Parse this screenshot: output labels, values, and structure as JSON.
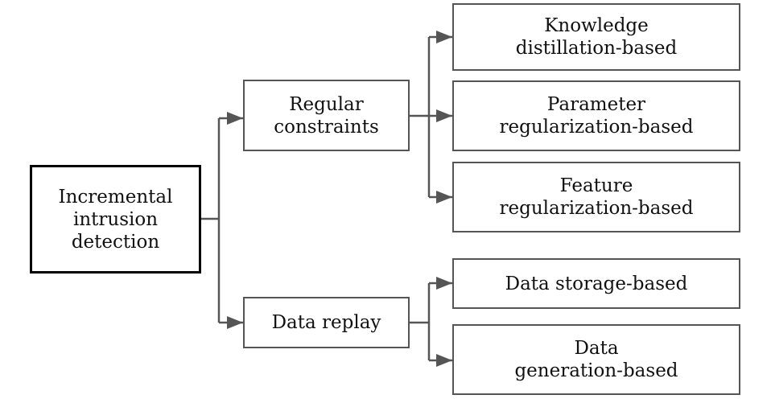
{
  "diagram": {
    "root": {
      "lines": [
        "Incremental",
        "intrusion",
        "detection"
      ]
    },
    "regular": {
      "lines": [
        "Regular",
        "constraints"
      ]
    },
    "replay": {
      "lines": [
        "Data replay"
      ]
    },
    "knowledge": {
      "lines": [
        "Knowledge",
        "distillation-based"
      ]
    },
    "parameter": {
      "lines": [
        "Parameter",
        "regularization-based"
      ]
    },
    "feature": {
      "lines": [
        "Feature",
        "regularization-based"
      ]
    },
    "storage": {
      "lines": [
        "Data storage-based"
      ]
    },
    "generation": {
      "lines": [
        "Data",
        "generation-based"
      ]
    }
  },
  "colors": {
    "connector": "#555555",
    "box_border": "#555555",
    "root_border": "#000000",
    "text": "#111111"
  }
}
